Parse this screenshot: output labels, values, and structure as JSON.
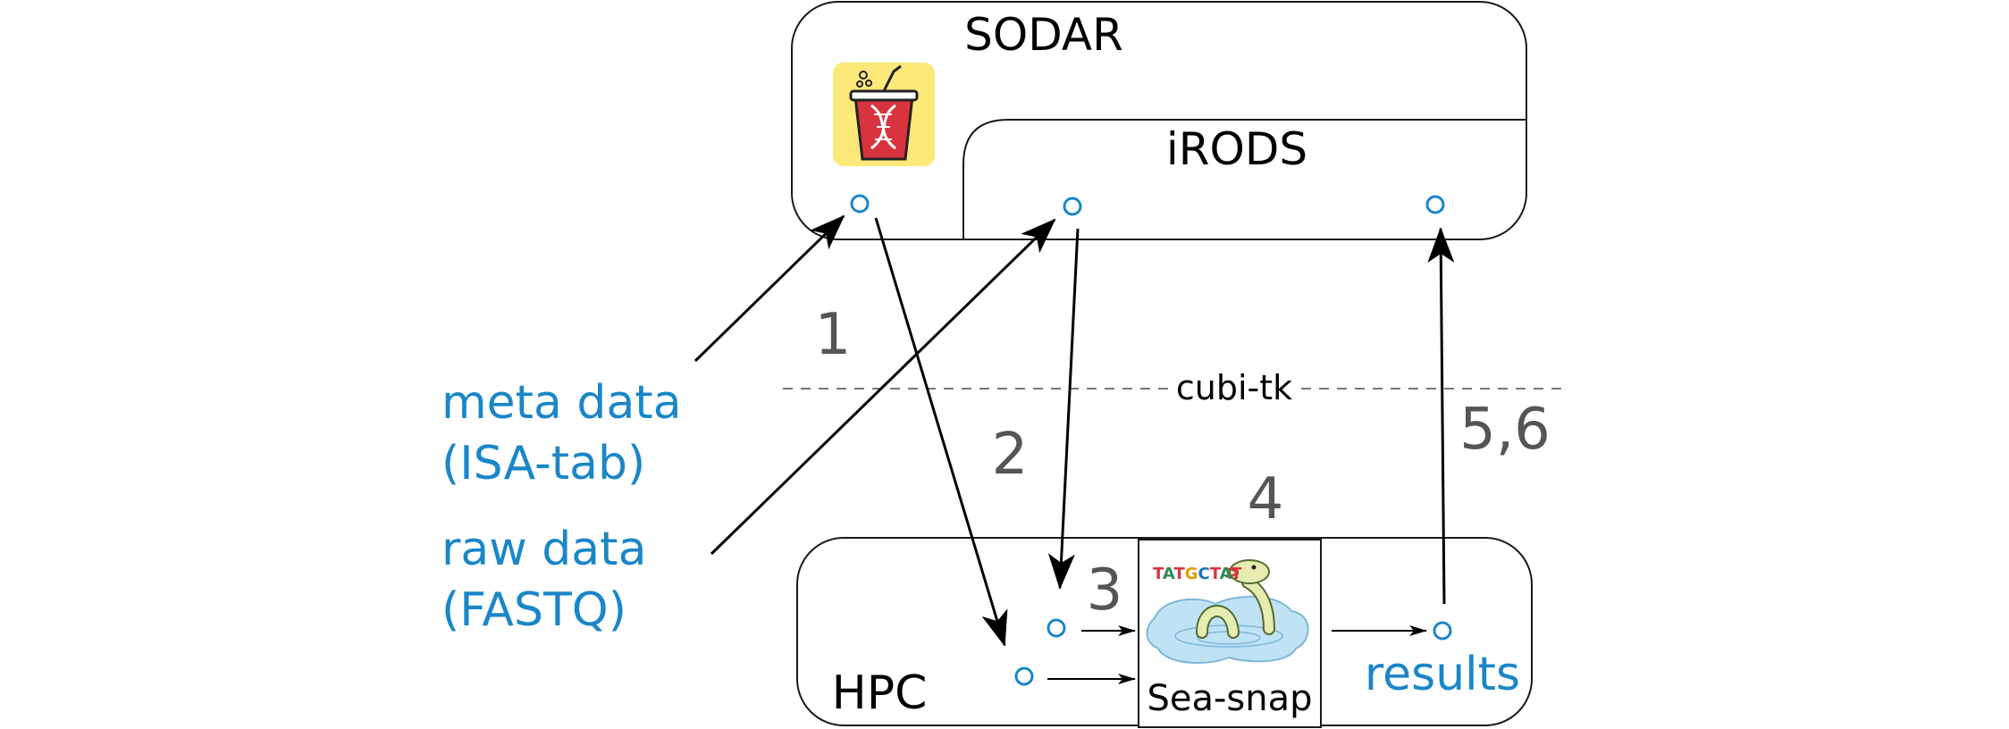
{
  "sodar": {
    "title": "SODAR",
    "logo_icon": "cup-dna-logo-icon"
  },
  "irods": {
    "title": "iRODS"
  },
  "hpc": {
    "title": "HPC"
  },
  "cubitk": {
    "label": "cubi-tk"
  },
  "inputs": {
    "meta_line1": "meta data",
    "meta_line2": "(ISA-tab)",
    "raw_line1": "raw data",
    "raw_line2": "(FASTQ)"
  },
  "steps": {
    "s1": "1",
    "s2": "2",
    "s3": "3",
    "s4": "4",
    "s56": "5,6"
  },
  "seasnap": {
    "label": "Sea-snap",
    "dna": "TATGCTAT",
    "icon": "sea-serpent-icon"
  },
  "results": {
    "label": "results"
  },
  "colors": {
    "accent": "#1a86c8",
    "step": "#555555",
    "line": "#1a1a1a",
    "logo_bg": "#fde97a",
    "cup": "#d9333f"
  }
}
